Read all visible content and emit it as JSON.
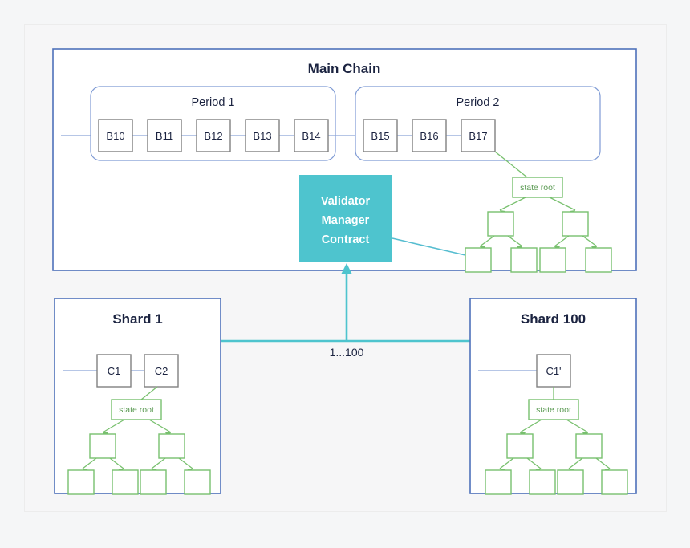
{
  "diagram": {
    "title_main_chain": "Main Chain",
    "periods": [
      {
        "title": "Period 1",
        "blocks": [
          "B10",
          "B11",
          "B12",
          "B13",
          "B14"
        ]
      },
      {
        "title": "Period 2",
        "blocks": [
          "B15",
          "B16",
          "B17"
        ]
      }
    ],
    "validator_manager_contract": {
      "line1": "Validator",
      "line2": "Manager",
      "line3": "Contract"
    },
    "shards": [
      {
        "title": "Shard 1",
        "blocks": [
          "C1",
          "C2"
        ],
        "state_root": "state root"
      },
      {
        "title": "Shard 100",
        "blocks": [
          "C1'"
        ],
        "state_root": "state root"
      }
    ],
    "main_chain_state_root": "state root",
    "shard_range_label": "1...100",
    "colors": {
      "accent_teal": "#4ec4ce",
      "region_border_blue": "#4e71ba",
      "period_border_blue": "#7e9ad4",
      "tree_green": "#78c06e",
      "block_border_gray": "#808080",
      "chain_line_blue": "#8ba4d6",
      "background": "#f5f6f7",
      "text_dark": "#1b2340"
    }
  }
}
